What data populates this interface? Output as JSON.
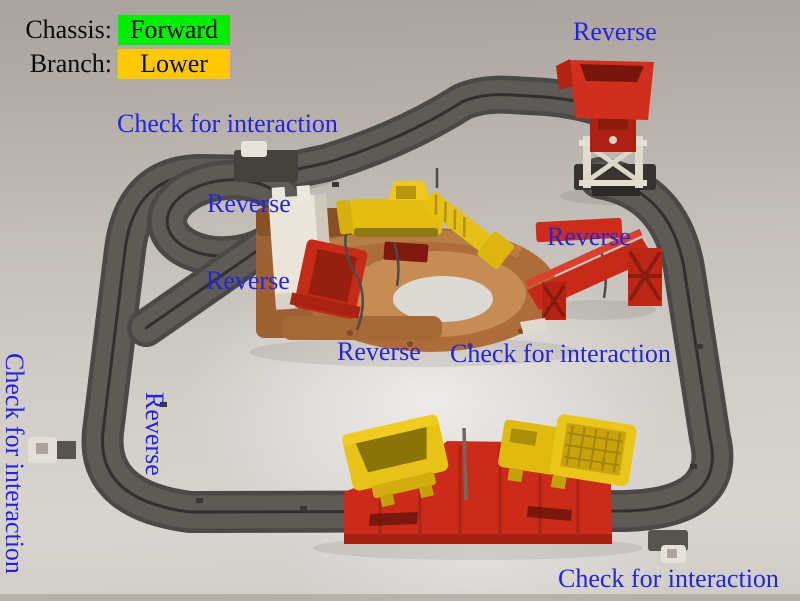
{
  "legend": {
    "chassis_label": "Chassis:",
    "chassis_value": "Forward",
    "branch_label": "Branch:",
    "branch_value": "Lower"
  },
  "annotations": [
    {
      "id": "reverse-top-right",
      "text": "Reverse"
    },
    {
      "id": "check-for-interaction-top-left",
      "text": "Check for interaction"
    },
    {
      "id": "reverse-balloon-loop",
      "text": "Reverse"
    },
    {
      "id": "reverse-white-tower",
      "text": "Reverse"
    },
    {
      "id": "reverse-red-trestle",
      "text": "Reverse"
    },
    {
      "id": "reverse-spiral-bottom",
      "text": "Reverse"
    },
    {
      "id": "check-for-interaction-center",
      "text": "Check for interaction"
    },
    {
      "id": "check-for-interaction-left-vertical",
      "text": "Check for interaction"
    },
    {
      "id": "reverse-left-vertical",
      "text": "Reverse"
    },
    {
      "id": "check-for-interaction-bottom-right",
      "text": "Check for interaction"
    }
  ],
  "colors": {
    "annotation_text": "#2424dd",
    "legend_text": "#0a0a0a",
    "legend_chassis_bg": "#00ef00",
    "legend_branch_bg": "#ffc800",
    "track_gray": "#5d5a55",
    "red_plastic": "#cb2b19",
    "yellow_plastic": "#e7c217",
    "brown_plastic": "#ad6d3a",
    "white_plastic": "#e8e4da",
    "background_top": "#aaa39d",
    "background_bottom": "#d8d5d1"
  }
}
